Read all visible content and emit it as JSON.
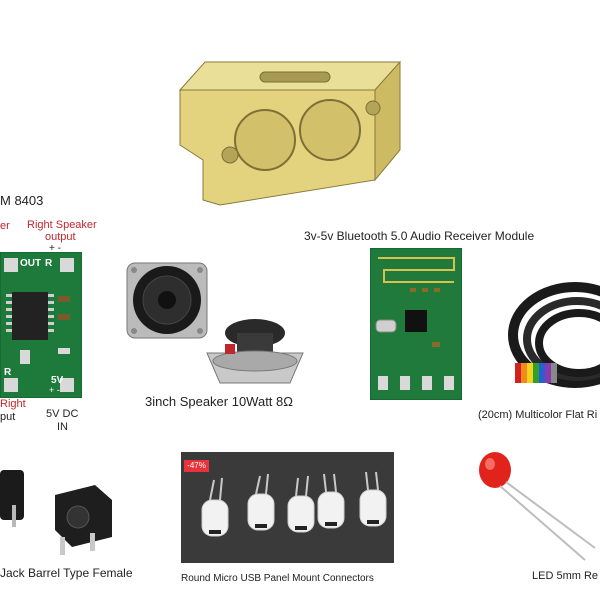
{
  "amp": {
    "title_fragment": "M 8403",
    "left_fragment": "er",
    "right_speaker_line1": "Right Speaker",
    "right_speaker_line2": "output",
    "plus_minus": "+    -",
    "pcb_out": "OUT",
    "pcb_r": "R",
    "pcb_r2": "R",
    "pcb_5v": "5V",
    "bottom_plus_minus": "+    -",
    "right_fragment": "Right",
    "put_fragment": "put",
    "dc_line1": "5V DC",
    "dc_line2": "IN"
  },
  "speaker": {
    "label": "3inch Speaker 10Watt 8Ω"
  },
  "bluetooth": {
    "label": "3v-5v Bluetooth 5.0 Audio Receiver Module"
  },
  "cable": {
    "label": "(20cm) Multicolor Flat Ri"
  },
  "jack": {
    "label": "Jack Barrel Type Female"
  },
  "usb": {
    "badge": "-47%",
    "label": "Round Micro USB Panel Mount Connectors"
  },
  "led": {
    "label": "LED 5mm Re"
  },
  "colors": {
    "pcb_green": "#1e7a3a",
    "wood": "#e3d27e",
    "label_red": "#c0262c",
    "led_red": "#e0241c"
  }
}
